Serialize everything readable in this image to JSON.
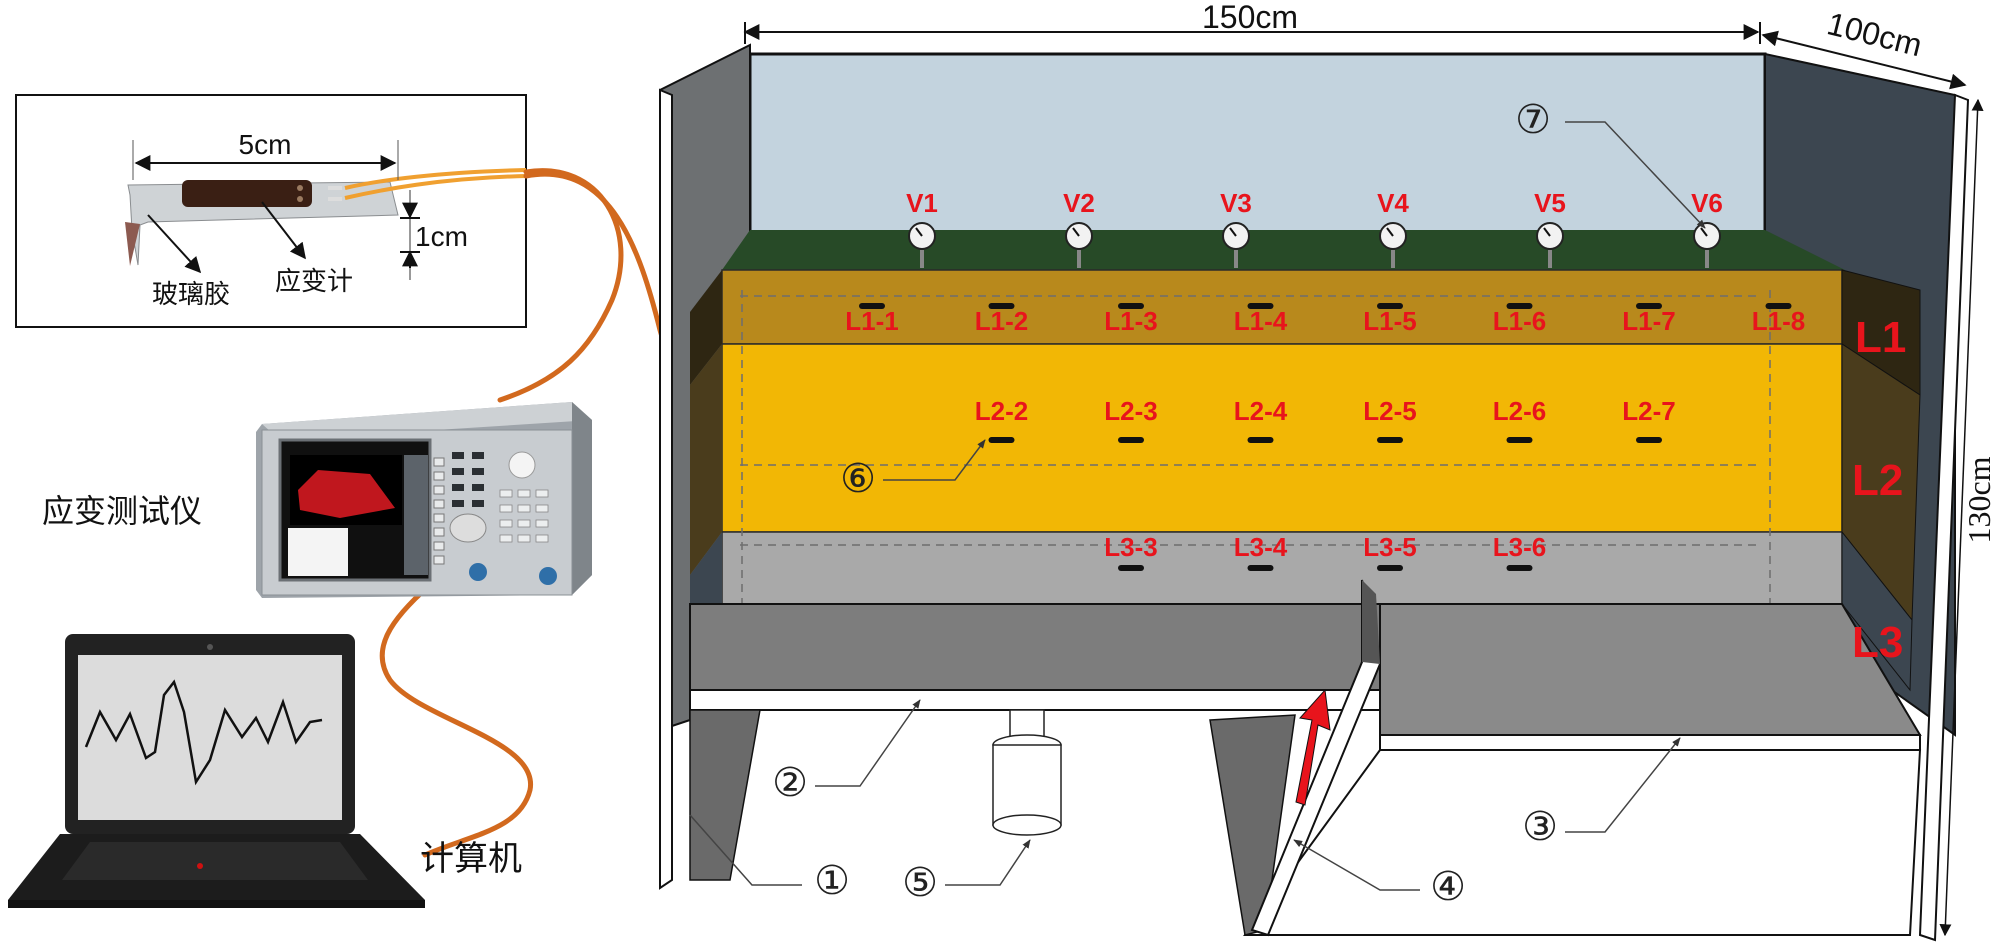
{
  "sensor_photo": {
    "length_label": "5cm",
    "width_label": "1cm",
    "glass_glue_label": "玻璃胶",
    "strain_gauge_label": "应变计"
  },
  "strain_meter": {
    "label": "应变测试仪"
  },
  "computer": {
    "label": "计算机"
  },
  "dimensions": {
    "length": "150cm",
    "depth": "100cm",
    "height": "130cm"
  },
  "dial_gauges": [
    "V1",
    "V2",
    "V3",
    "V4",
    "V5",
    "V6"
  ],
  "layers": [
    {
      "name": "L1",
      "color": "#b8891c",
      "sensors": [
        "L1-1",
        "L1-2",
        "L1-3",
        "L1-4",
        "L1-5",
        "L1-6",
        "L1-7",
        "L1-8"
      ]
    },
    {
      "name": "L2",
      "color": "#f2b705",
      "sensors": [
        "L2-2",
        "L2-3",
        "L2-4",
        "L2-5",
        "L2-6",
        "L2-7"
      ]
    },
    {
      "name": "L3",
      "color": "#a9a9a9",
      "sensors": [
        "L3-3",
        "L3-4",
        "L3-5",
        "L3-6"
      ]
    }
  ],
  "callouts": [
    "①",
    "②",
    "③",
    "④",
    "⑤",
    "⑥",
    "⑦"
  ],
  "colors": {
    "label_red": "#e8141c",
    "cable_orange": "#d2691e",
    "back_wall": "#c3d3de",
    "surface_green": "#274a27"
  }
}
